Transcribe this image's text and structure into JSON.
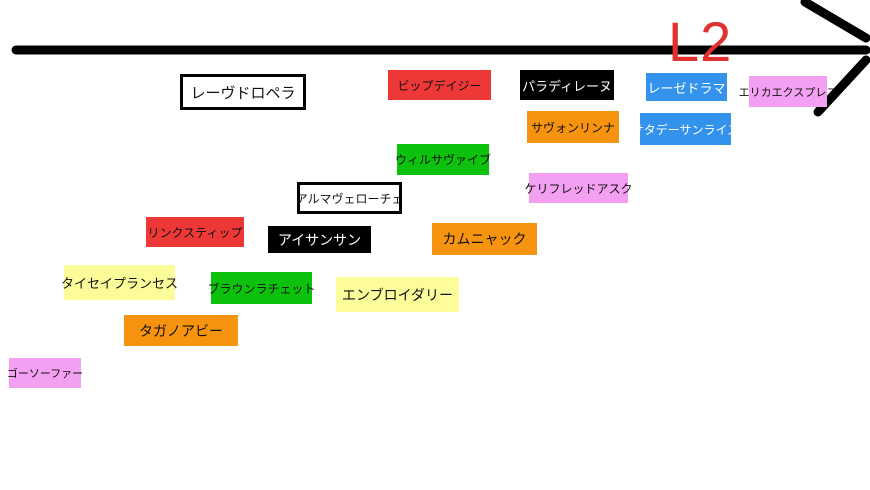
{
  "track_label": "L2",
  "horses": [
    {
      "name": "レーヴドロペラ",
      "style": "outlined"
    },
    {
      "name": "ビップデイジー",
      "style": "red"
    },
    {
      "name": "パラディレーヌ",
      "style": "black"
    },
    {
      "name": "レーゼドラマ",
      "style": "blue"
    },
    {
      "name": "エリカエクスプレス",
      "style": "pink"
    },
    {
      "name": "サヴォンリンナ",
      "style": "orange"
    },
    {
      "name": "サタデーサンライズ",
      "style": "blue"
    },
    {
      "name": "ウィルサヴァイブ",
      "style": "green"
    },
    {
      "name": "ケリフレッドアスク",
      "style": "pink"
    },
    {
      "name": "アルマヴェローチェ",
      "style": "outlined"
    },
    {
      "name": "リンクスティップ",
      "style": "red"
    },
    {
      "name": "アイサンサン",
      "style": "black"
    },
    {
      "name": "カムニャック",
      "style": "orange"
    },
    {
      "name": "タイセイプランセス",
      "style": "yellow"
    },
    {
      "name": "ブラウンラチェット",
      "style": "green"
    },
    {
      "name": "エンブロイダリー",
      "style": "yellow"
    },
    {
      "name": "タガノアビー",
      "style": "orange"
    },
    {
      "name": "ゴーソーファー",
      "style": "pink"
    }
  ]
}
